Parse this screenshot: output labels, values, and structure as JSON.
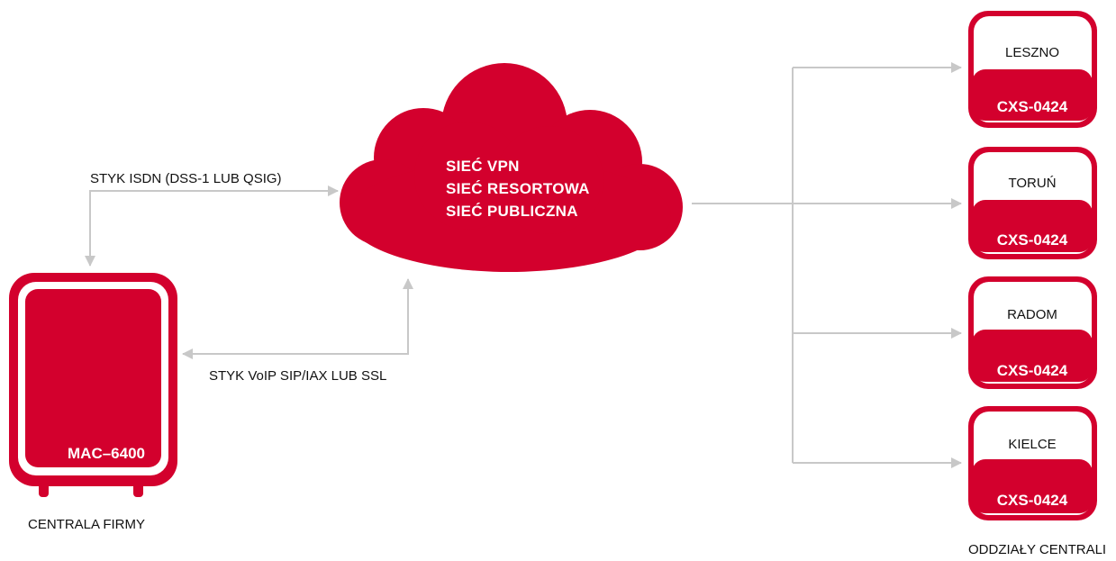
{
  "colors": {
    "brand_red": "#d3002d",
    "connector_gray": "#c8c8c8",
    "text": "#111111"
  },
  "cloud": {
    "lines": [
      "SIEĆ VPN",
      "SIEĆ RESORTOWA",
      "SIEĆ PUBLICZNA"
    ]
  },
  "links": {
    "isdn": "STYK ISDN (DSS-1 LUB QSIG)",
    "voip": "STYK VoIP SIP/IAX LUB SSL"
  },
  "headquarters": {
    "model": "MAC–6400",
    "caption": "CENTRALA FIRMY"
  },
  "branches_caption": "ODDZIAŁY CENTRALI",
  "branches": [
    {
      "city": "LESZNO",
      "model": "CXS-0424"
    },
    {
      "city": "TORUŃ",
      "model": "CXS-0424"
    },
    {
      "city": "RADOM",
      "model": "CXS-0424"
    },
    {
      "city": "KIELCE",
      "model": "CXS-0424"
    }
  ]
}
